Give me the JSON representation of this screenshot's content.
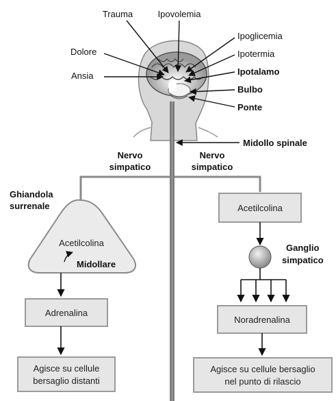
{
  "stimuli_left": [
    "Trauma",
    "Dolore",
    "Ansia"
  ],
  "stimuli_top": [
    "Ipovolemia"
  ],
  "stimuli_right": [
    "Ipoglicemia",
    "Ipotermia"
  ],
  "brain_structures": [
    "Ipotalamo",
    "Bulbo",
    "Ponte"
  ],
  "spinal_cord": "Midollo spinale",
  "nerve_left": [
    "Nervo",
    "simpatico"
  ],
  "nerve_right": [
    "Nervo",
    "simpatico"
  ],
  "adrenal": {
    "title": [
      "Ghiandola",
      "surrenale"
    ],
    "inner": "Acetilcolina",
    "medulla": "Midollare"
  },
  "left_boxes": {
    "hormone": "Adrenalina",
    "effect": [
      "Agisce su cellule",
      "bersaglio distanti"
    ]
  },
  "right_boxes": {
    "transmitter": "Acetilcolina",
    "ganglion": [
      "Ganglio",
      "simpatico"
    ],
    "hormone": "Noradrenalina",
    "effect": [
      "Agisce su cellule bersaglio",
      "nel punto di rilascio"
    ]
  },
  "colors": {
    "box_fill": "#e6e6e6",
    "box_stroke": "#9a9a9a",
    "line": "#555555",
    "spine": "#808080"
  }
}
